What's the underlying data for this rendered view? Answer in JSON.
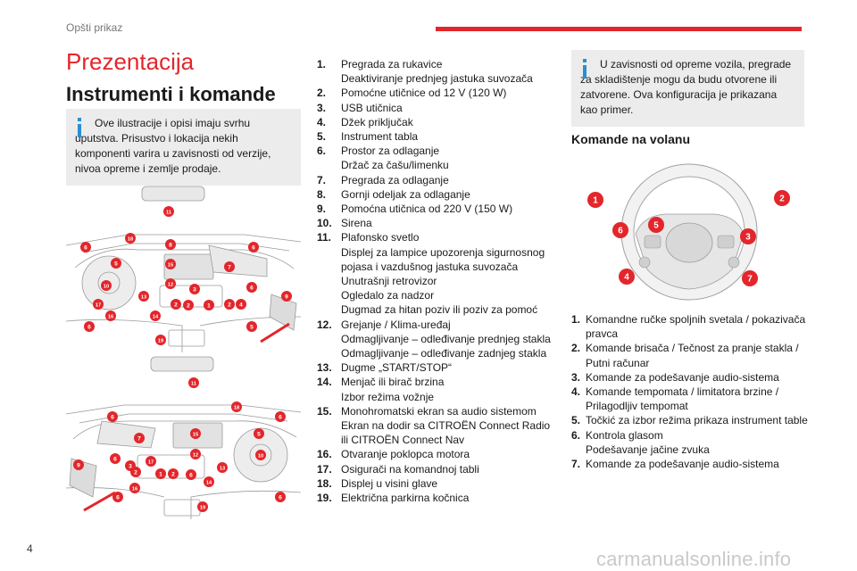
{
  "header": {
    "section": "Opšti prikaz",
    "accent": "#e3262b"
  },
  "title": "Prezentacija",
  "subtitle": "Instrumenti i komande",
  "note1": "Ove ilustracije i opisi imaju svrhu uputstva. Prisustvo i lokacija nekih komponenti varira u zavisnosti od verzije, nivoa opreme i zemlje prodaje.",
  "note2": "U zavisnosti od opreme vozila, pregrade za skladištenje mogu da budu otvorene ili zatvorene. Ova konfiguracija je prikazana kao primer.",
  "steering_heading": "Komande na volanu",
  "dashboard_items": [
    {
      "num": "1.",
      "lines": [
        "Pregrada za rukavice",
        "Deaktiviranje prednjeg jastuka suvozača"
      ]
    },
    {
      "num": "2.",
      "lines": [
        "Pomoćne utičnice od 12 V (120 W)"
      ]
    },
    {
      "num": "3.",
      "lines": [
        "USB utičnica"
      ]
    },
    {
      "num": "4.",
      "lines": [
        "Džek priključak"
      ]
    },
    {
      "num": "5.",
      "lines": [
        "Instrument tabla"
      ]
    },
    {
      "num": "6.",
      "lines": [
        "Prostor za odlaganje",
        "Držač za čašu/limenku"
      ]
    },
    {
      "num": "7.",
      "lines": [
        "Pregrada za odlaganje"
      ]
    },
    {
      "num": "8.",
      "lines": [
        "Gornji odeljak za odlaganje"
      ]
    },
    {
      "num": "9.",
      "lines": [
        "Pomoćna utičnica od 220 V (150 W)"
      ]
    },
    {
      "num": "10.",
      "lines": [
        "Sirena"
      ]
    },
    {
      "num": "11.",
      "lines": [
        "Plafonsko svetlo",
        "Displej za lampice upozorenja sigurnosnog pojasa i vazdušnog jastuka suvozača",
        "Unutrašnji retrovizor",
        "Ogledalo za nadzor",
        "Dugmad za hitan poziv ili poziv za pomoć"
      ]
    },
    {
      "num": "12.",
      "lines": [
        "Grejanje / Klima-uređaj",
        "Odmagljivanje – odleđivanje prednjeg stakla",
        "Odmagljivanje – odleđivanje zadnjeg stakla"
      ]
    },
    {
      "num": "13.",
      "lines": [
        "Dugme „START/STOP“"
      ]
    },
    {
      "num": "14.",
      "lines": [
        "Menjač ili birač brzina",
        "Izbor režima vožnje"
      ]
    },
    {
      "num": "15.",
      "lines": [
        "Monohromatski ekran sa audio sistemom",
        "Ekran na dodir sa CITROËN Connect Radio ili CITROËN Connect Nav"
      ]
    },
    {
      "num": "16.",
      "lines": [
        "Otvaranje poklopca motora"
      ]
    },
    {
      "num": "17.",
      "lines": [
        "Osigurači na komandnoj tabli"
      ]
    },
    {
      "num": "18.",
      "lines": [
        "Displej u visini glave"
      ]
    },
    {
      "num": "19.",
      "lines": [
        "Električna parkirna kočnica"
      ]
    }
  ],
  "steering_items": [
    {
      "num": "1.",
      "lines": [
        "Komandne ručke spoljnih svetala / pokazivača pravca"
      ]
    },
    {
      "num": "2.",
      "lines": [
        "Komande brisača / Tečnost za pranje stakla / Putni računar"
      ]
    },
    {
      "num": "3.",
      "lines": [
        "Komande za podešavanje audio-sistema"
      ]
    },
    {
      "num": "4.",
      "lines": [
        "Komande tempomata / limitatora brzine / Prilagodljiv tempomat"
      ]
    },
    {
      "num": "5.",
      "lines": [
        "Točkić za izbor režima prikaza instrument table"
      ]
    },
    {
      "num": "6.",
      "lines": [
        "Kontrola glasom",
        "Podešavanje jačine zvuka"
      ]
    },
    {
      "num": "7.",
      "lines": [
        "Komande za podešavanje audio-sistema"
      ]
    }
  ],
  "fig1_badges": [
    "11",
    "18",
    "8",
    "6",
    "6",
    "5",
    "15",
    "7",
    "10",
    "12",
    "3",
    "6",
    "9",
    "13",
    "2",
    "2",
    "1",
    "2",
    "4",
    "17",
    "16",
    "14",
    "6",
    "5",
    "19"
  ],
  "fig2_badges": [
    "11",
    "18",
    "6",
    "6",
    "7",
    "15",
    "5",
    "10",
    "9",
    "6",
    "12",
    "17",
    "3",
    "13",
    "2",
    "2",
    "1",
    "6",
    "14",
    "16",
    "6",
    "6",
    "19"
  ],
  "wheel_badges": [
    "1",
    "2",
    "6",
    "5",
    "3",
    "4",
    "7"
  ],
  "page_number": "4",
  "watermark": "carmanualsonline.info"
}
